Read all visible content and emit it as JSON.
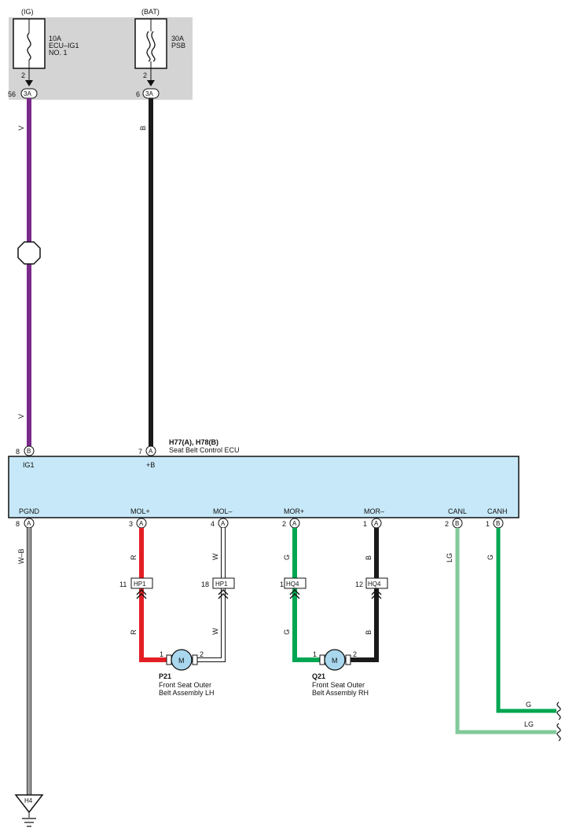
{
  "supply": {
    "ig": {
      "source": "(IG)",
      "rating": "10A",
      "name_line1": "ECU–IG1",
      "name_line2": "NO. 1",
      "fuse_pin": "2",
      "conn_pin": "56",
      "conn": "3A"
    },
    "bat": {
      "source": "(BAT)",
      "rating": "30A",
      "name_line1": "PSB",
      "fuse_pin": "2",
      "conn_pin": "6",
      "conn": "3A"
    }
  },
  "ecu": {
    "code": "H77(A), H78(B)",
    "name": "Seat Belt Control ECU",
    "top_terminals": [
      {
        "pin": "8",
        "conn": "B",
        "label": "IG1"
      },
      {
        "pin": "7",
        "conn": "A",
        "label": "+B"
      }
    ],
    "bottom_terminals": [
      {
        "pin": "8",
        "conn": "A",
        "label": "PGND"
      },
      {
        "pin": "3",
        "conn": "A",
        "label": "MOL+"
      },
      {
        "pin": "4",
        "conn": "A",
        "label": "MOL–"
      },
      {
        "pin": "2",
        "conn": "A",
        "label": "MOR+"
      },
      {
        "pin": "1",
        "conn": "A",
        "label": "MOR–"
      },
      {
        "pin": "2",
        "conn": "B",
        "label": "CANL"
      },
      {
        "pin": "1",
        "conn": "B",
        "label": "CANH"
      }
    ]
  },
  "wires": {
    "ig_upper": "V",
    "ig_lower": "V",
    "bat_upper": "B",
    "pgnd": "W–B",
    "mol_plus_upper": "R",
    "mol_plus_lower": "R",
    "mol_minus_upper": "W",
    "mol_minus_lower": "W",
    "mor_plus_upper": "G",
    "mor_plus_lower": "G",
    "mor_minus_upper": "B",
    "mor_minus_lower": "B",
    "canl": "LG",
    "canh": "G",
    "canh_out": "G",
    "canl_out": "LG"
  },
  "connectors": {
    "hp1_a": {
      "pin": "11",
      "name": "HP1"
    },
    "hp1_b": {
      "pin": "18",
      "name": "HP1"
    },
    "hq4_a": {
      "pin": "1",
      "name": "HQ4"
    },
    "hq4_b": {
      "pin": "12",
      "name": "HQ4"
    }
  },
  "motors": {
    "lh": {
      "code": "P21",
      "line1": "Front Seat Outer",
      "line2": "Belt Assembly LH",
      "pin1": "1",
      "pin2": "2",
      "symbol": "M"
    },
    "rh": {
      "code": "Q21",
      "line1": "Front Seat Outer",
      "line2": "Belt Assembly RH",
      "pin1": "1",
      "pin2": "2",
      "symbol": "M"
    }
  },
  "ground": {
    "label": "H4"
  },
  "colors": {
    "violet": "#7a2a8a",
    "black": "#1a1a1a",
    "red": "#e31e24",
    "green": "#00a651",
    "light_green": "#82c99a",
    "ecu_fill": "#c7e8f8",
    "fuse_panel": "#d4d4d4",
    "motor_fill": "#a9d7ee"
  }
}
